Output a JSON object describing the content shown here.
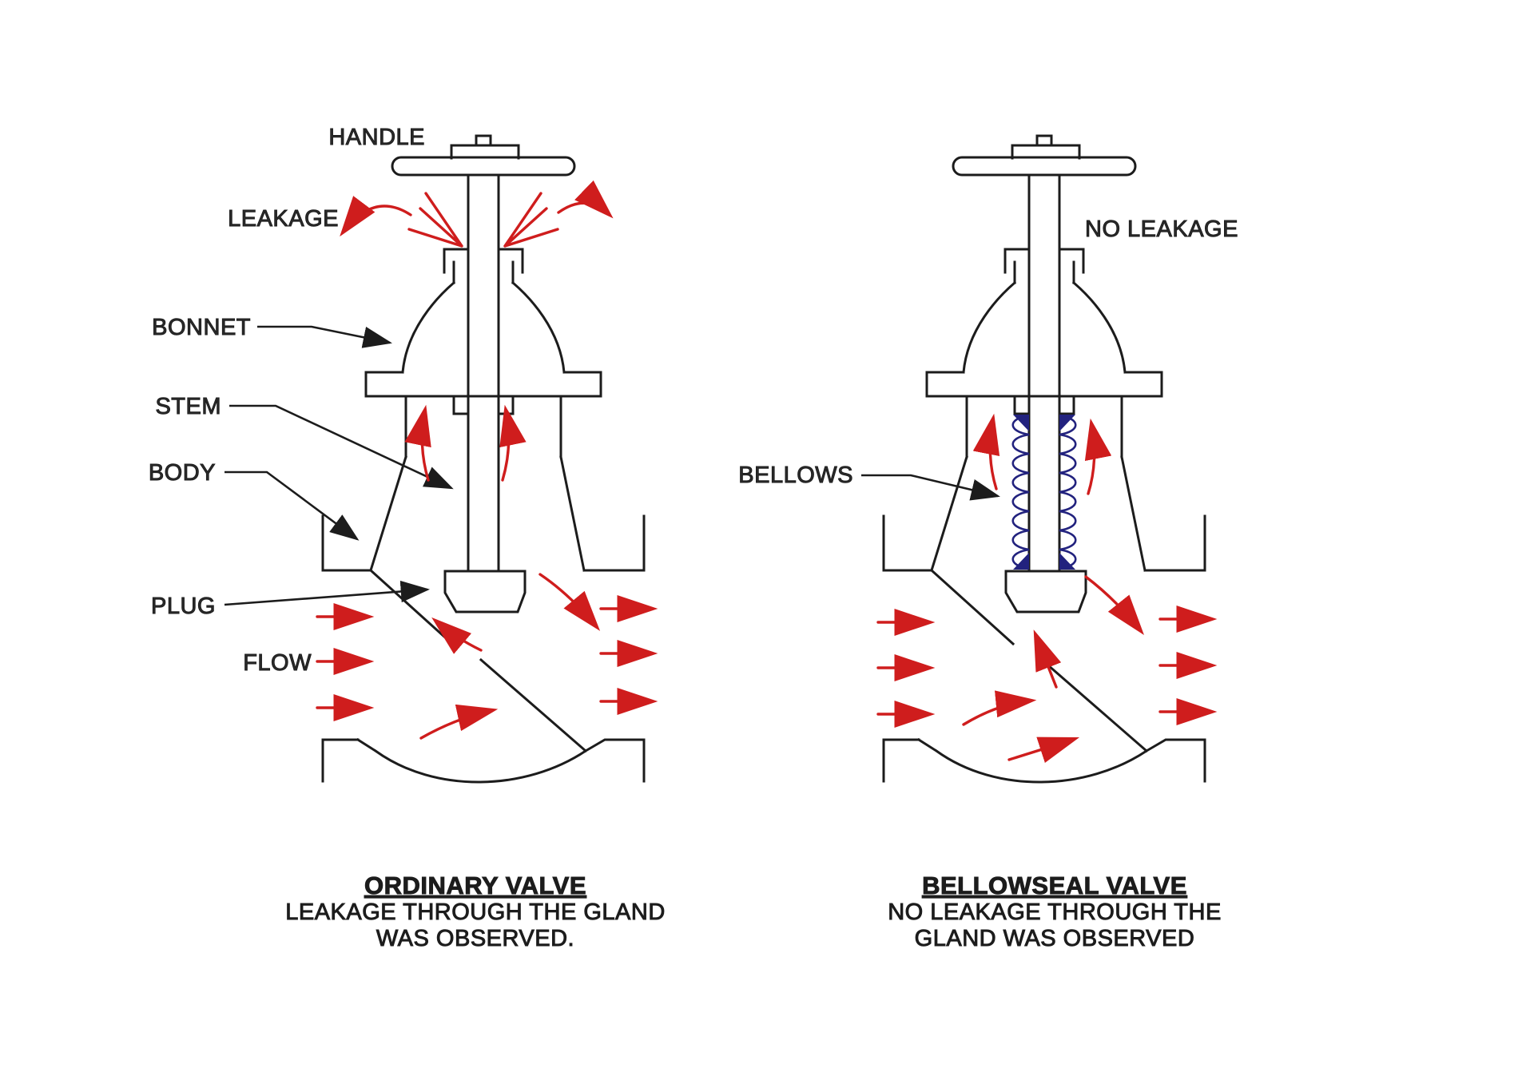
{
  "colors": {
    "line": "#1c1c1c",
    "red": "#cf1d1d",
    "bellows": "#22227e",
    "text": "#2b2b2b"
  },
  "left_valve": {
    "labels": {
      "handle": "HANDLE",
      "leakage": "LEAKAGE",
      "bonnet": "BONNET",
      "stem": "STEM",
      "body": "BODY",
      "plug": "PLUG",
      "flow": "FLOW"
    },
    "caption": {
      "title": "ORDINARY VALVE",
      "line1": "LEAKAGE THROUGH THE GLAND",
      "line2": "WAS OBSERVED."
    }
  },
  "right_valve": {
    "labels": {
      "no_leakage": "NO LEAKAGE",
      "bellows": "BELLOWS"
    },
    "caption": {
      "title": "BELLOWSEAL VALVE",
      "line1": "NO LEAKAGE THROUGH THE",
      "line2": "GLAND WAS OBSERVED"
    }
  }
}
